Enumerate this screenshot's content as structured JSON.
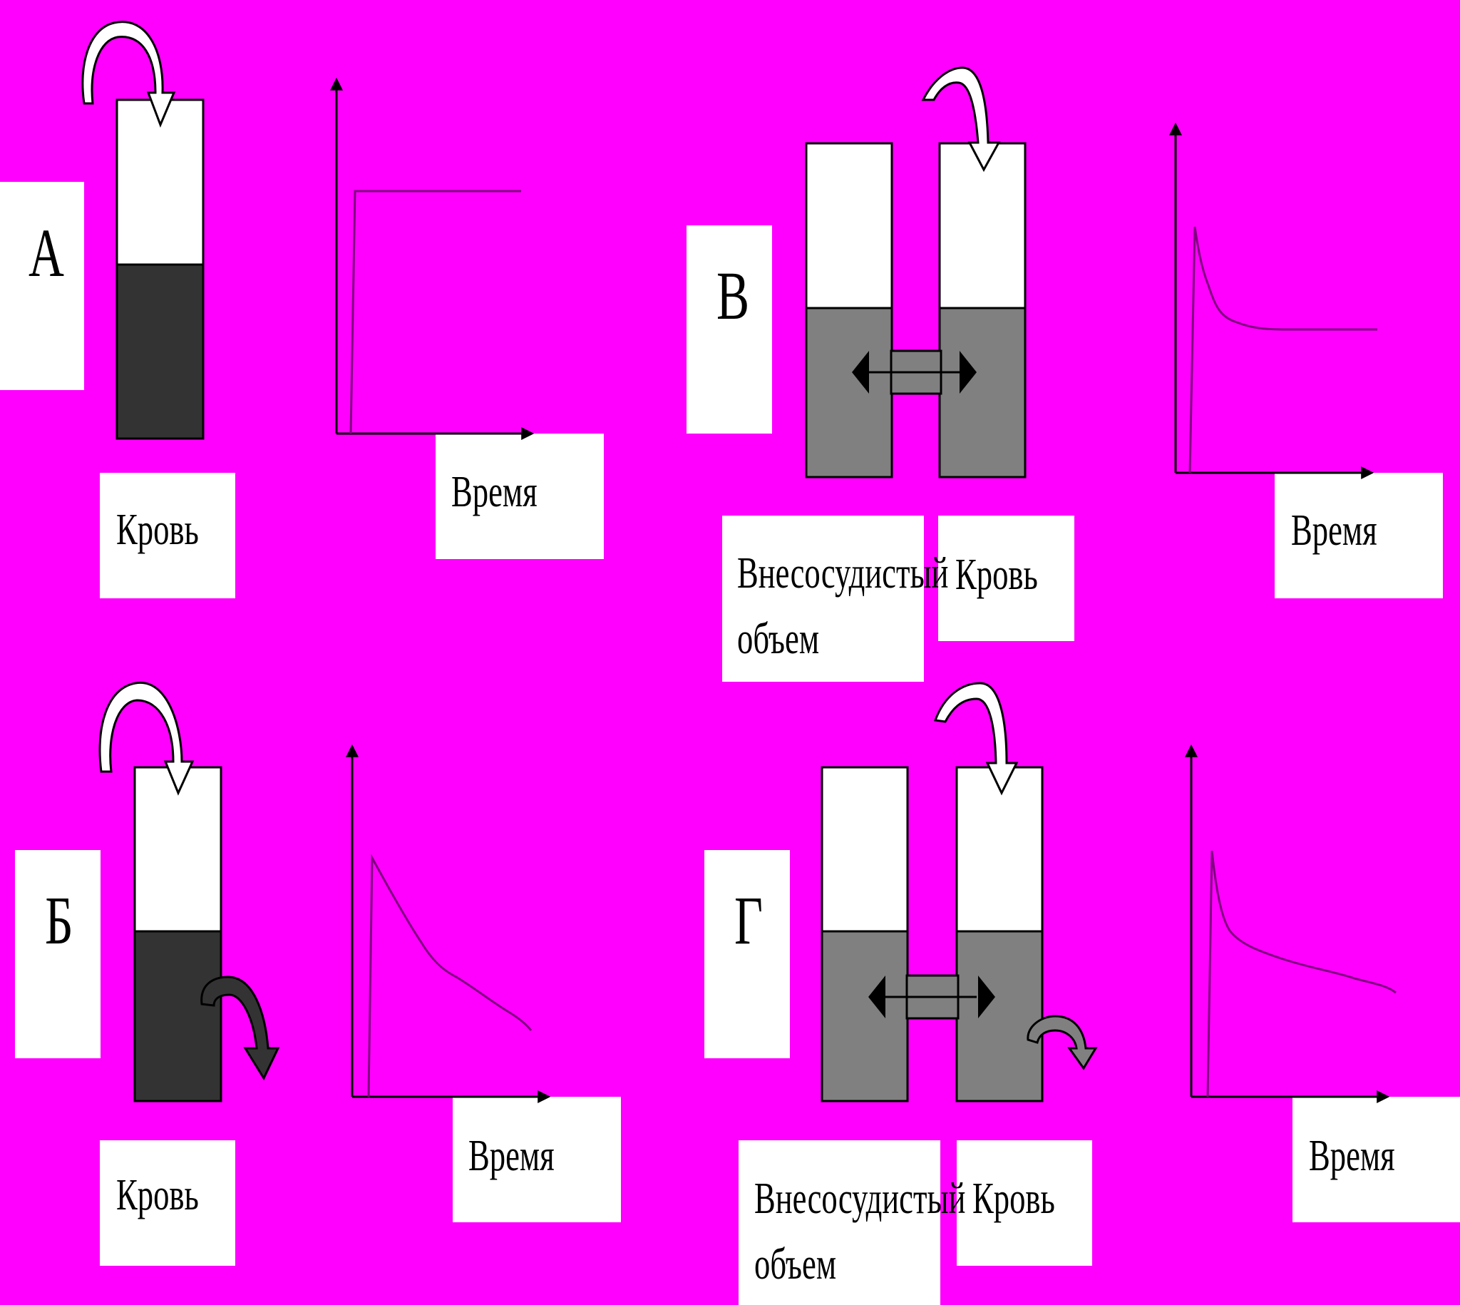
{
  "colors": {
    "background": "#ff00ff",
    "blood_dark": "#333333",
    "fluid_grey": "#808080",
    "label_bg": "#ffffff",
    "curve": "#800080"
  },
  "panels": [
    {
      "letter": "А",
      "compartments": [
        "Кровь"
      ],
      "axis_label": "Время",
      "curve": "plateau"
    },
    {
      "letter": "В",
      "compartments": [
        "Внесосудистый объем",
        "Кровь"
      ],
      "axis_label": "Время",
      "curve": "distribution-plateau"
    },
    {
      "letter": "Б",
      "compartments": [
        "Кровь"
      ],
      "axis_label": "Время",
      "curve": "elimination-decay"
    },
    {
      "letter": "Г",
      "compartments": [
        "Внесосудистый объем",
        "Кровь"
      ],
      "axis_label": "Время",
      "curve": "distribution-elimination"
    }
  ]
}
